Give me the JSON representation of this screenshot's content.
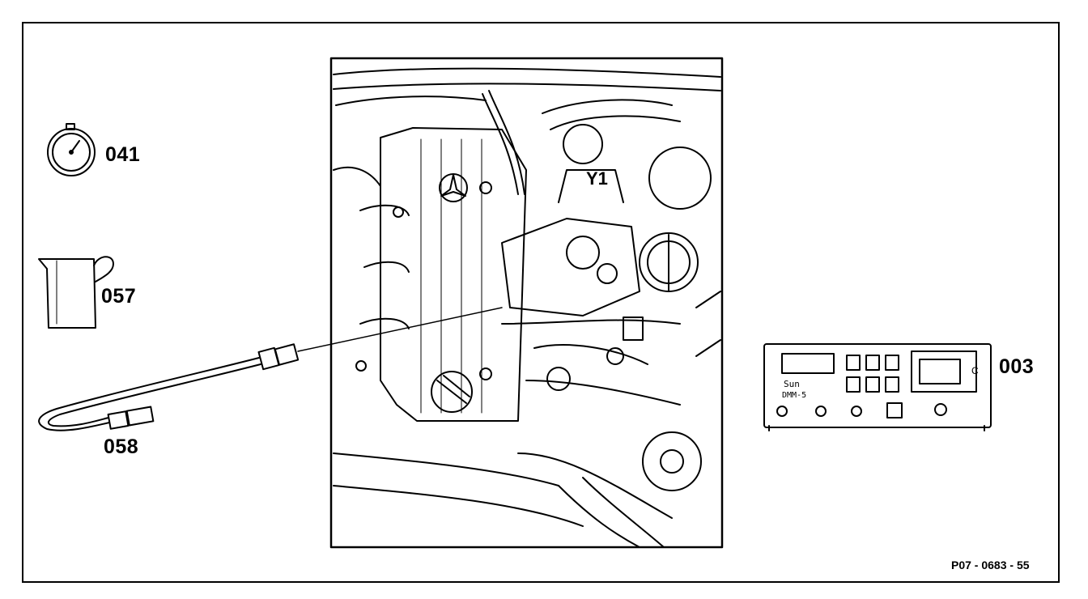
{
  "labels": {
    "stopwatch": "041",
    "measuring_jug": "057",
    "hose_line": "058",
    "tester": "003",
    "component_y1": "Y1",
    "tester_brand": "Sun",
    "tester_model": "DMM-5",
    "tester_side_mark": "C",
    "reference": "P07 - 0683 - 55"
  },
  "colors": {
    "line": "#000000",
    "background": "#ffffff"
  }
}
